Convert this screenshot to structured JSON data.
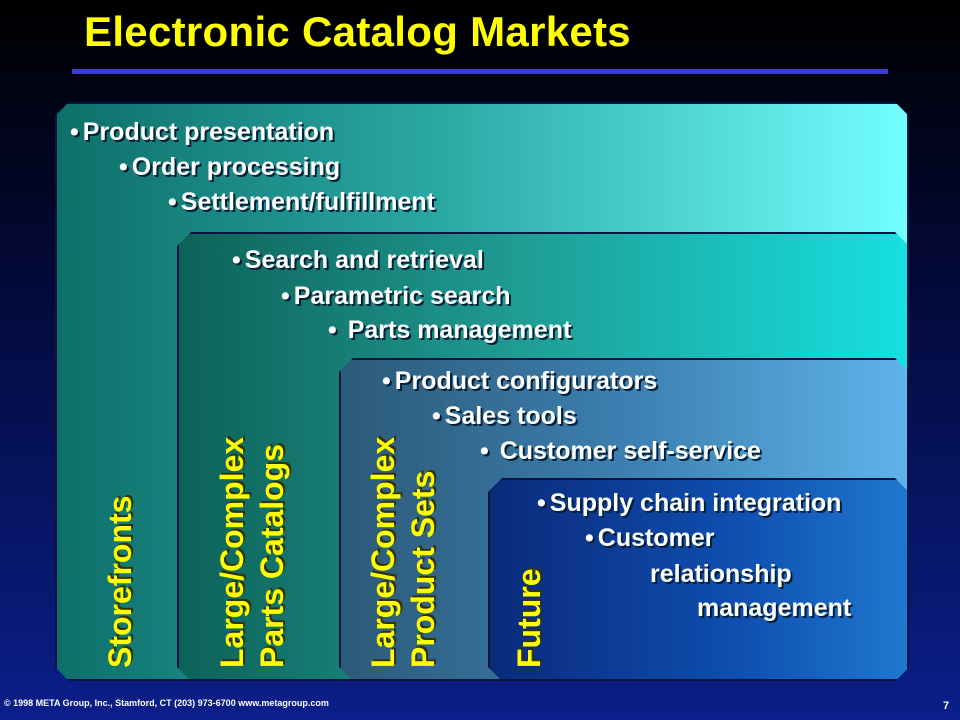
{
  "title": "Electronic Catalog Markets",
  "panels": [
    {
      "label": [
        "Storefronts"
      ],
      "bullets": [
        "Product presentation",
        "Order processing",
        "Settlement/fulfillment"
      ]
    },
    {
      "label": [
        "Large/Complex",
        "Parts Catalogs"
      ],
      "bullets": [
        "Search and retrieval",
        "Parametric search",
        " Parts management"
      ]
    },
    {
      "label": [
        "Large/Complex",
        "Product Sets"
      ],
      "bullets": [
        "Product configurators",
        "Sales tools",
        " Customer self-service"
      ]
    },
    {
      "label": [
        "Future"
      ],
      "bullets": [
        "Supply chain integration",
        "Customer",
        "relationship",
        "management"
      ]
    }
  ],
  "bullet_char": "•",
  "footer": "© 1998 META Group, Inc., Stamford, CT (203) 973-6700 www.metagroup.com",
  "page_number": "7"
}
